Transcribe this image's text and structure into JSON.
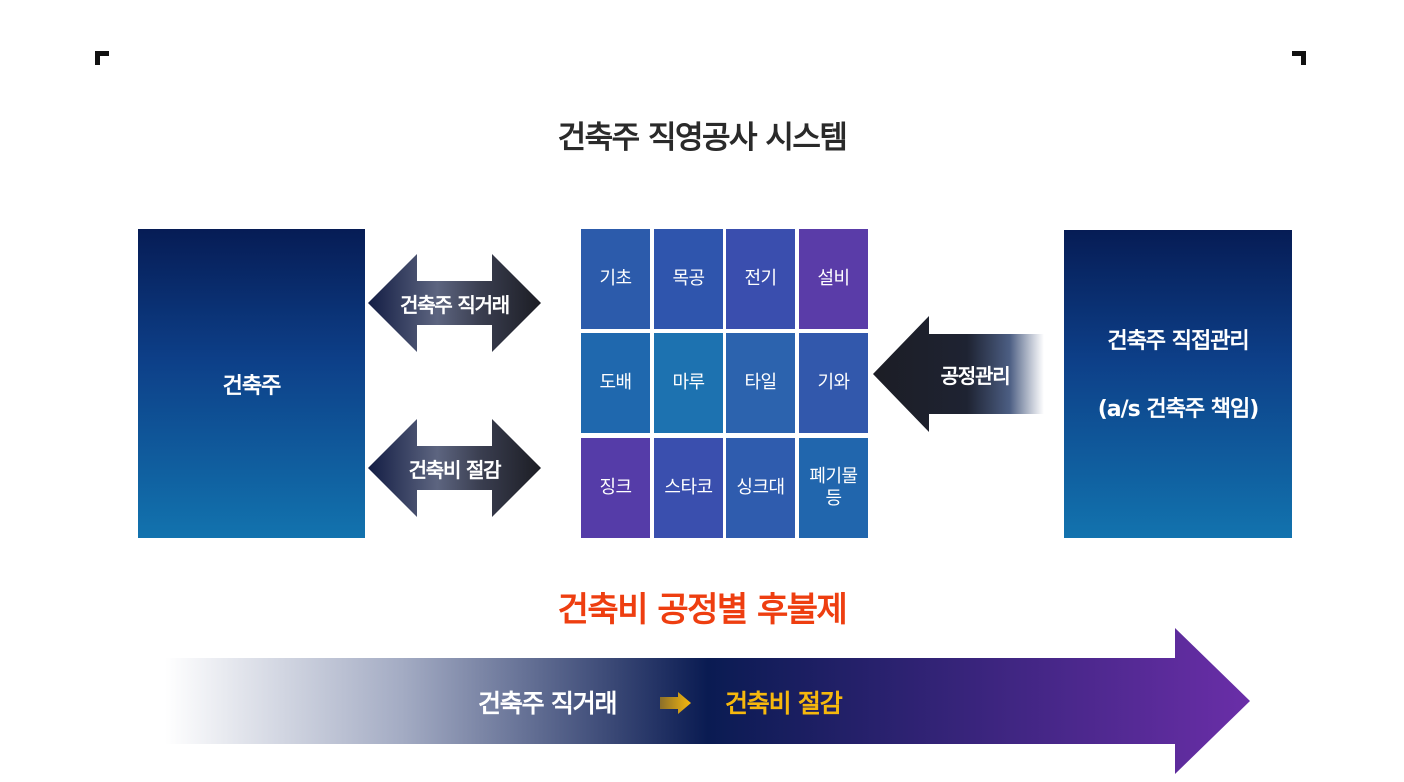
{
  "title": "건축주 직영공사 시스템",
  "left_panel": {
    "label": "건축주"
  },
  "double_arrows": [
    {
      "label": "건축주 직거래"
    },
    {
      "label": "건축비 절감"
    }
  ],
  "grid": {
    "cells": [
      {
        "label": "기초",
        "color": "#2c5bab"
      },
      {
        "label": "목공",
        "color": "#2f55ad"
      },
      {
        "label": "전기",
        "color": "#3a4eae"
      },
      {
        "label": "설비",
        "color": "#5a3ca8"
      },
      {
        "label": "도배",
        "color": "#1f68ae"
      },
      {
        "label": "마루",
        "color": "#1d72b0"
      },
      {
        "label": "타일",
        "color": "#2c63ae"
      },
      {
        "label": "기와",
        "color": "#3258ac"
      },
      {
        "label": "징크",
        "color": "#553ca8"
      },
      {
        "label": "스타코",
        "color": "#3a4fae"
      },
      {
        "label": "싱크대",
        "color": "#2f5cae"
      },
      {
        "label": "폐기물 등",
        "color": "#2166ad"
      }
    ]
  },
  "left_arrow": {
    "label": "공정관리"
  },
  "right_panel": {
    "line1": "건축주 직접관리",
    "line2": "(a/s 건축주 책임)"
  },
  "subtitle": "건축비 공정별 후불제",
  "big_arrow": {
    "left_text": "건축주 직거래",
    "right_text": "건축비 절감"
  },
  "colors": {
    "panel_top": "#061c55",
    "panel_bottom": "#1273ae",
    "subtitle": "#ee3e10",
    "highlight_yellow": "#f6b80d",
    "big_arrow_end": "#6a2ea8"
  }
}
